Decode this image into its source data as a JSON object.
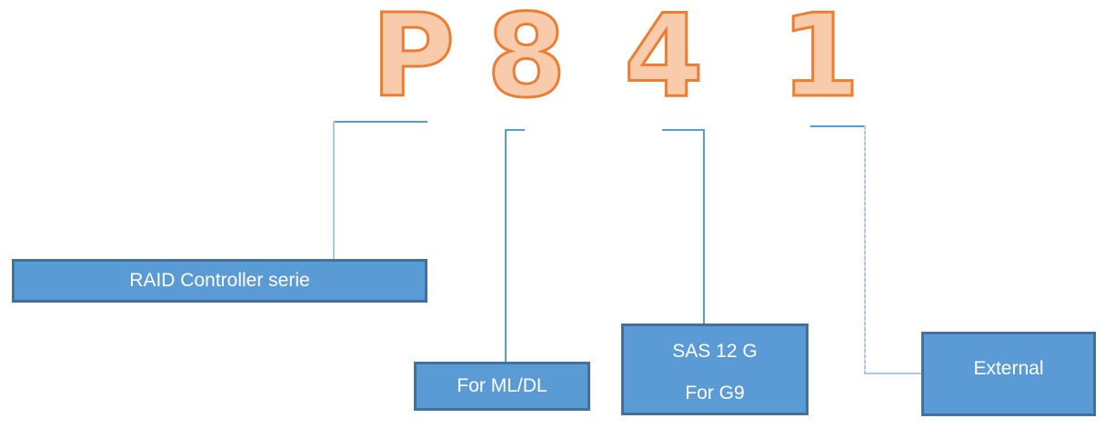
{
  "model_number": {
    "letters": [
      {
        "char": "P"
      },
      {
        "char": "8"
      },
      {
        "char": "4"
      },
      {
        "char": "1"
      }
    ]
  },
  "boxes": [
    {
      "lines": [
        "RAID Controller serie"
      ]
    },
    {
      "lines": [
        "For ML/DL"
      ]
    },
    {
      "lines": [
        "SAS 12 G",
        "For G9"
      ]
    },
    {
      "lines": [
        "External"
      ]
    }
  ],
  "colors": {
    "glyph_fill": "#F8CBAD",
    "glyph_stroke": "#ED7D31",
    "box_fill": "#5B9BD5",
    "box_border": "#41719C",
    "box_text": "#FFFFFF",
    "connector": "#5B9BD5",
    "connector_light": "#A9CBE9",
    "connector_light_gap": "#D9E7F5"
  }
}
